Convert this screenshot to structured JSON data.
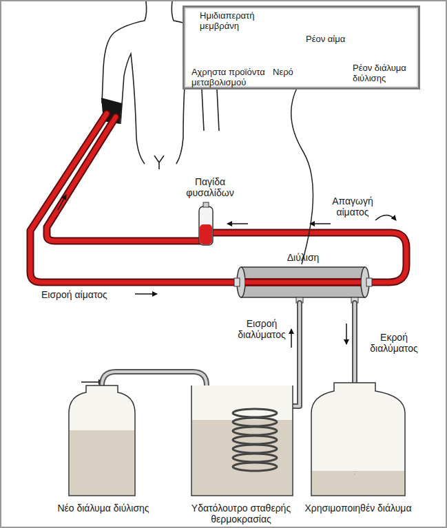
{
  "diagram": {
    "nodes": [
      {
        "text": [
          "Ημιδιαπερατή μεμβράνη",
          "Ρέον αίμα",
          "Αχρηστα προϊόντα μεταβολισμού",
          "Νερό",
          "Ρέον διάλυμα διύλισης"
        ]
      }
    ],
    "labels": [
      "Παγίδα φυσαλίδων",
      "Απαγωγή αίματος",
      "Διύλιση",
      "Εισροή αίματος",
      "Εισροή διαλύματος",
      "Εκροή διαλύματος",
      "Νέο διάλυμα διύλισης",
      "Υδατόλουτρο σταθερής θερμοκρασίας",
      "Χρησιμοποιηθέν διάλυμα"
    ]
  }
}
